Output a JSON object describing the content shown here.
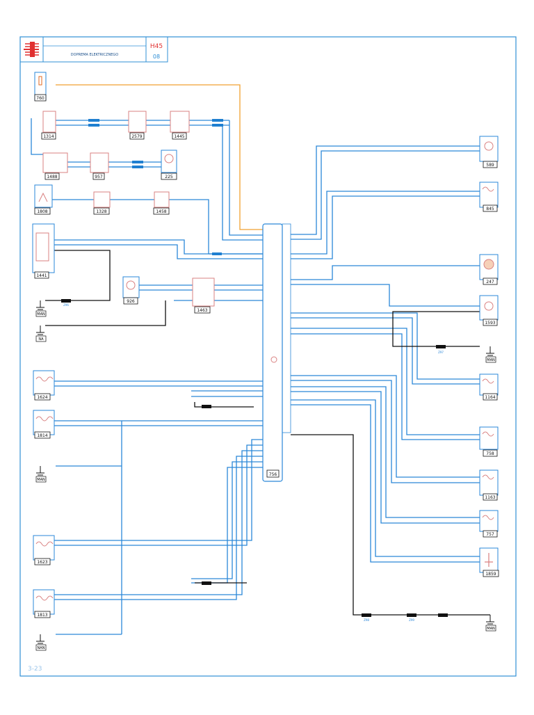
{
  "header": {
    "title": "DOPREMA ELEKTRICZNEGO",
    "sheet_code": "H45",
    "sheet_num": "08"
  },
  "footer": {
    "page_ref": "3-23"
  },
  "colors": {
    "frame": "#2f8fd6",
    "wire_blue": "#2a87d8",
    "wire_orange": "#f0a030",
    "wire_black": "#111111",
    "component": "#d98080",
    "connector_fill": "#1f7fd0"
  },
  "components": {
    "c760": "760",
    "c1314": "1314",
    "c2579": "2579",
    "c1445": "1445",
    "c1488": "1488",
    "c957": "957",
    "c225": "225",
    "c1808": "1808",
    "c1328": "1328",
    "c1458": "1458",
    "c1441": "1441",
    "c926": "926",
    "c1463": "1463",
    "c1624": "1624",
    "c1814": "1814",
    "c1623": "1623",
    "c1813": "1813",
    "c756": "756",
    "c589": "589",
    "c845": "845",
    "c247": "247",
    "c1593": "1593",
    "c1164": "1164",
    "c758": "758",
    "c1163": "1163",
    "c757": "757",
    "c1859": "1859"
  },
  "grounds": {
    "g1": "MAN",
    "g2": "NA",
    "g3": "MAN",
    "g4": "NAN",
    "g5": "MAN",
    "g6": "MAN"
  },
  "splices": {
    "s1": "Z96",
    "s2": "Z97",
    "s3": "Z98",
    "s4": "Z99"
  }
}
